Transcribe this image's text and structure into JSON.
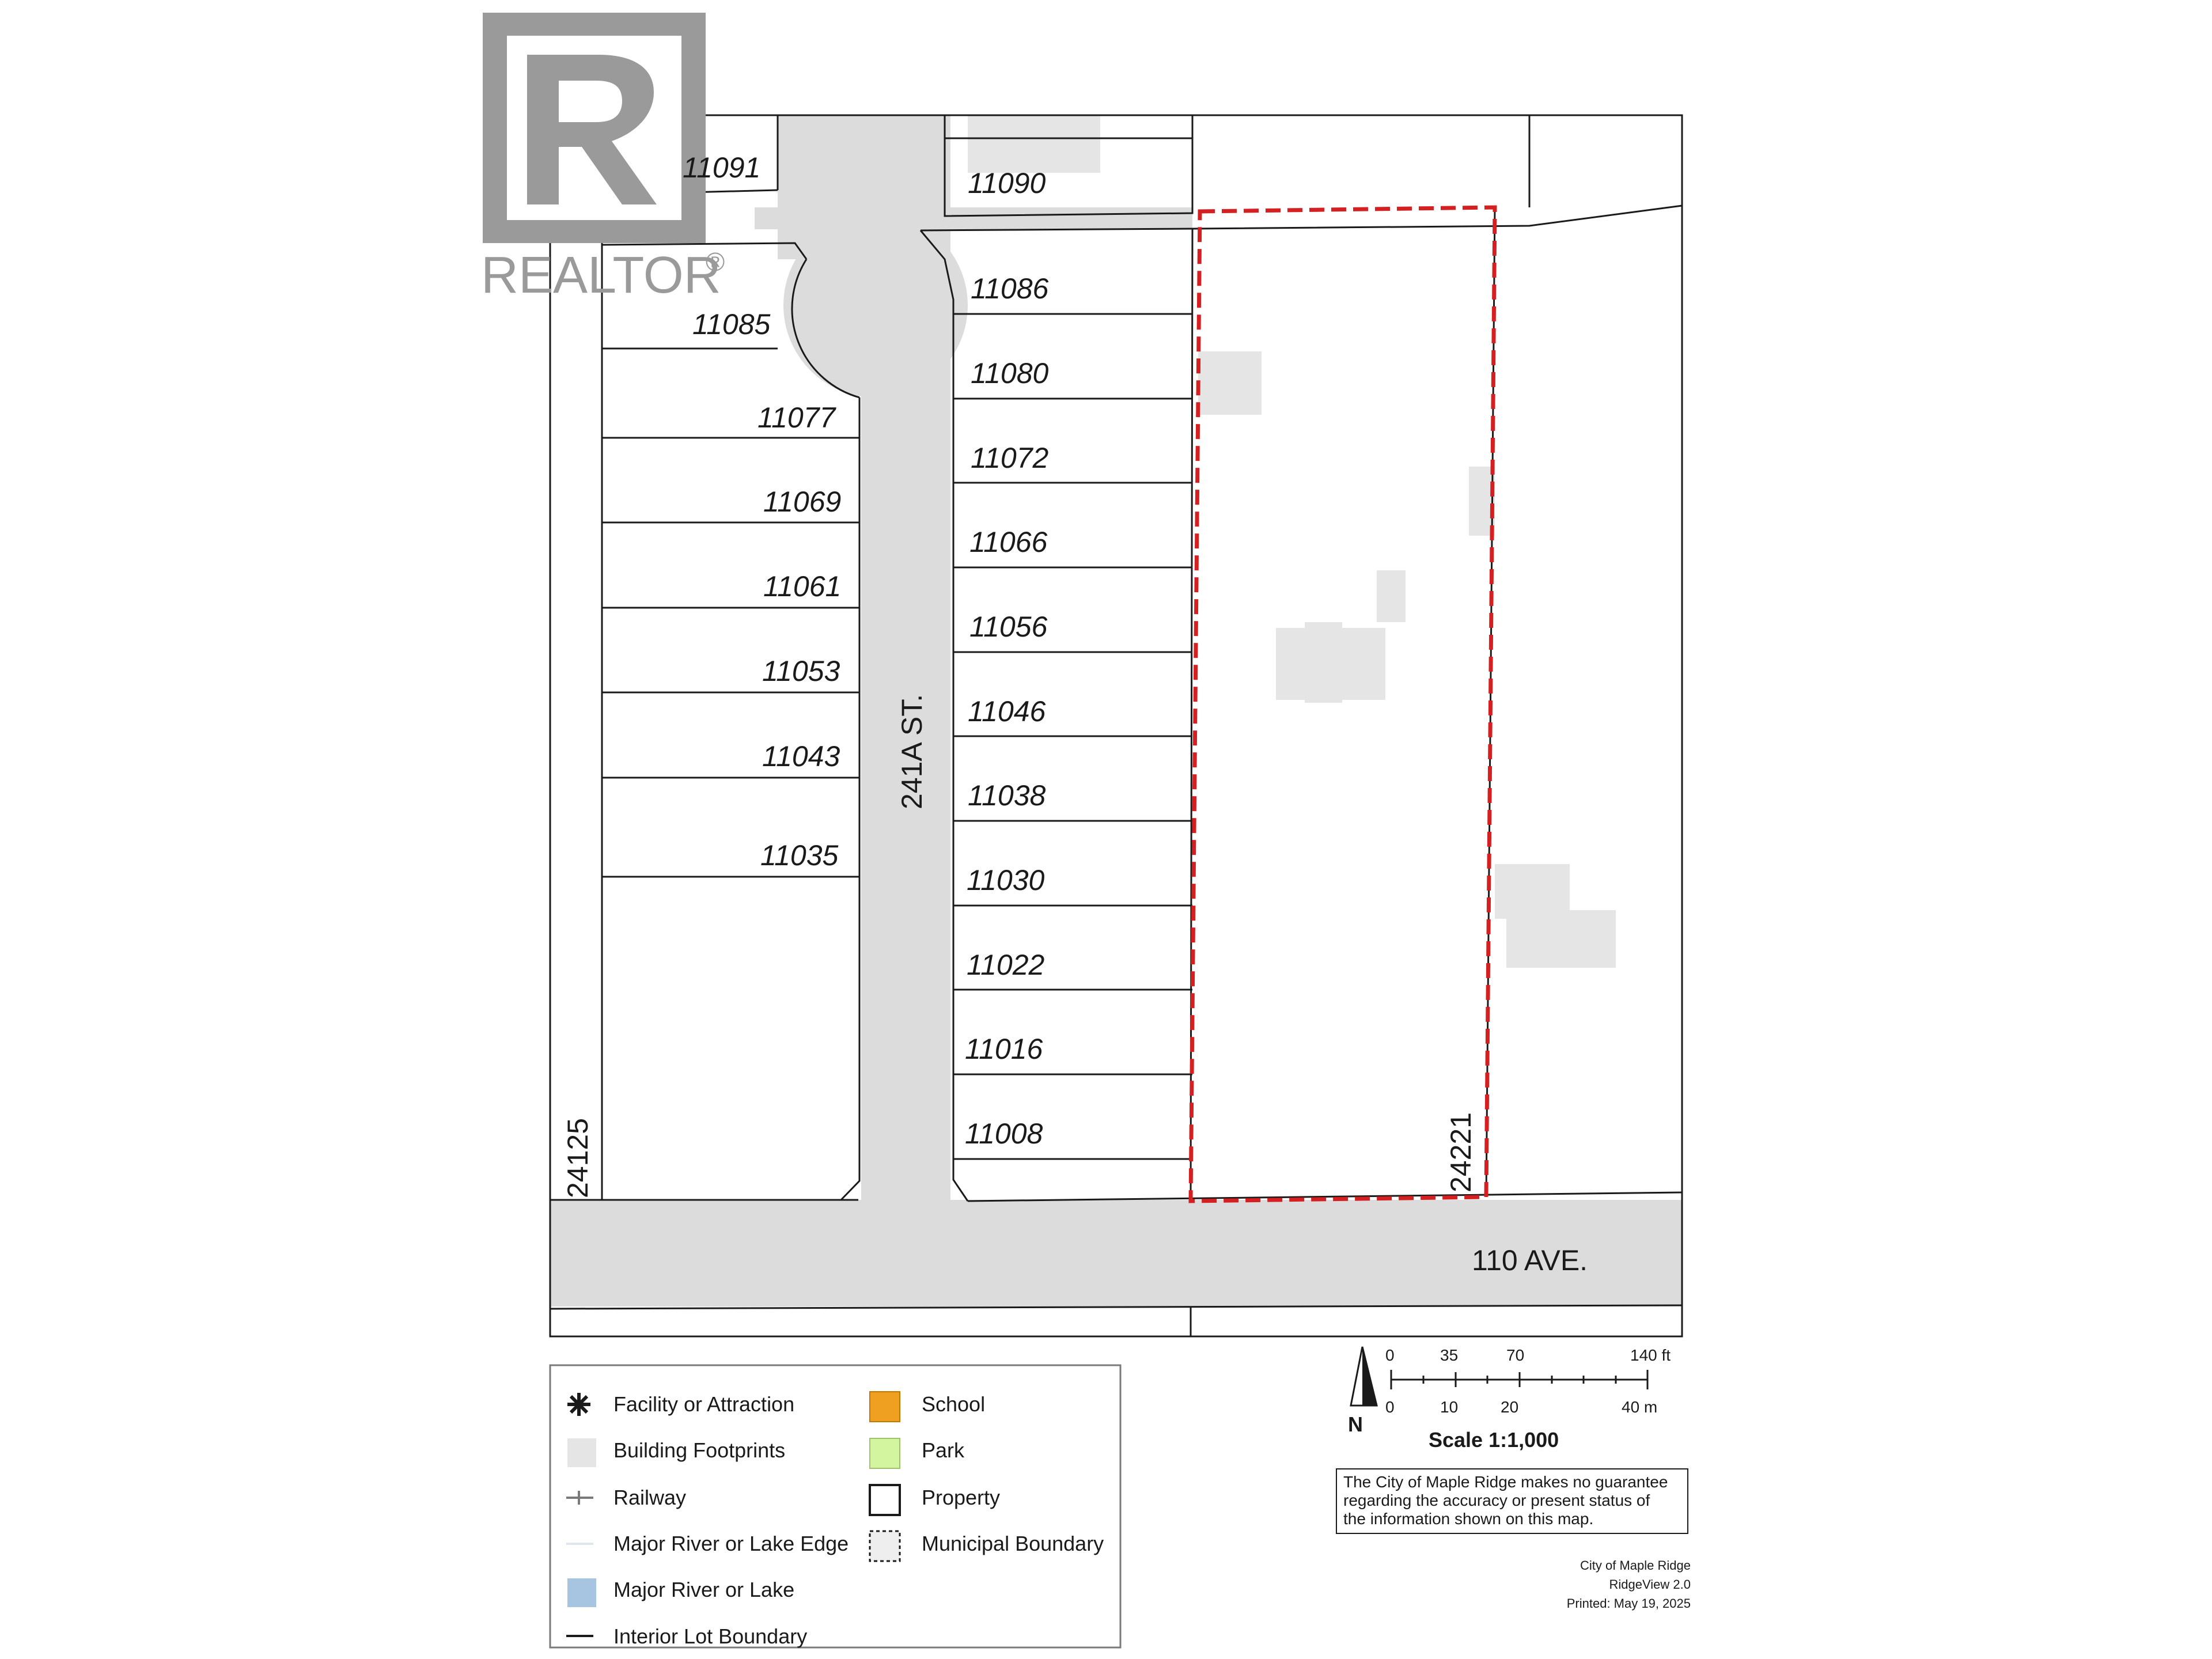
{
  "watermark": {
    "brand": "REALTOR",
    "mark": "®"
  },
  "streets": {
    "vertical": "241A ST.",
    "horizontal": "110 AVE."
  },
  "lots": {
    "west_top": "11091",
    "west": [
      "11085",
      "11077",
      "11069",
      "11061",
      "11053",
      "11043",
      "11035"
    ],
    "west_side": "24125",
    "east_top": "11090",
    "east": [
      "11086",
      "11080",
      "11072",
      "11066",
      "11056",
      "11046",
      "11038",
      "11030",
      "11022",
      "11016",
      "11008"
    ],
    "subject": "24221"
  },
  "legend": {
    "items": [
      {
        "label": "Facility or Attraction",
        "icon": "asterisk-icon"
      },
      {
        "label": "Building Footprints",
        "icon": "building-swatch",
        "color": "#e5e5e5"
      },
      {
        "label": "Railway",
        "icon": "railway-icon"
      },
      {
        "label": "Major River or Lake Edge",
        "icon": "river-edge-icon"
      },
      {
        "label": "Major River or Lake",
        "icon": "lake-swatch",
        "color": "#a7c4e0"
      },
      {
        "label": "Interior Lot Boundary",
        "icon": "lot-boundary-icon"
      },
      {
        "label": "School",
        "icon": "school-swatch",
        "color": "#f0a020"
      },
      {
        "label": "Park",
        "icon": "park-swatch",
        "color": "#d4f5a0"
      },
      {
        "label": "Property",
        "icon": "property-swatch"
      },
      {
        "label": "Municipal Boundary",
        "icon": "municipal-boundary-swatch"
      }
    ]
  },
  "north_arrow": {
    "label": "N"
  },
  "scale_bar": {
    "ft_ticks": [
      "0",
      "35",
      "70",
      "140 ft"
    ],
    "m_ticks": [
      "0",
      "10",
      "20",
      "40 m"
    ],
    "scale_text": "Scale 1:1,000"
  },
  "disclaimer": {
    "lines": [
      "The City of Maple Ridge makes no guarantee",
      "regarding the accuracy or present status of",
      "the information shown on this map."
    ]
  },
  "footer": {
    "lines": [
      "City of Maple Ridge",
      "RidgeView 2.0",
      "Printed: May 19, 2025"
    ]
  },
  "colors": {
    "road": "#dcdcdc",
    "building": "#e5e5e5",
    "subject_outline": "#d42020",
    "line": "#1a1a1a"
  }
}
